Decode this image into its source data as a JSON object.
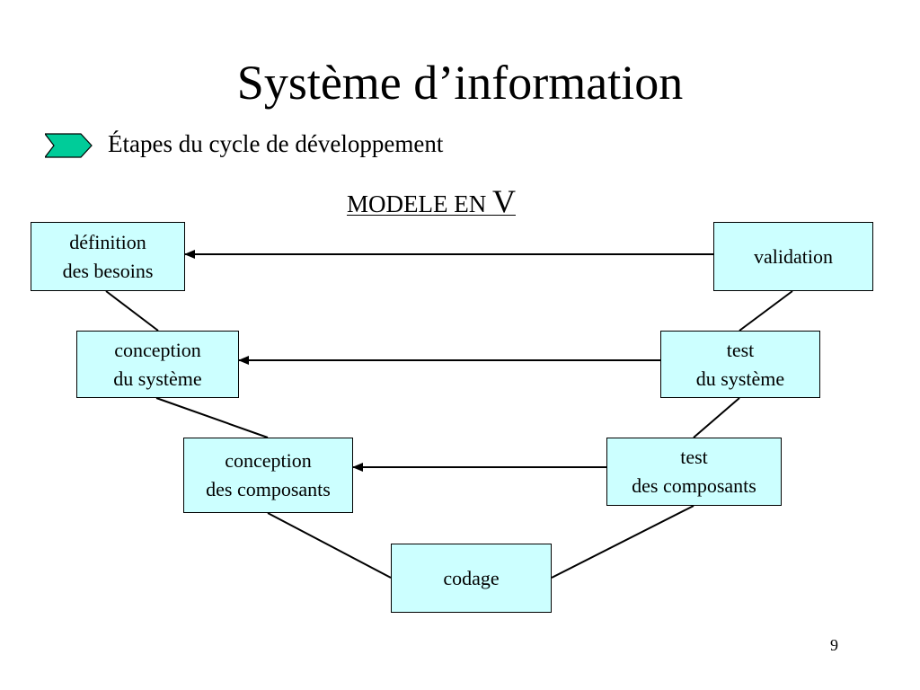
{
  "slide": {
    "title": "Système d’information",
    "bullet": "Étapes du cycle de développement",
    "model_title_small": "MODELE EN ",
    "model_title_big": "V",
    "page_number": "9"
  },
  "diagram": {
    "boxes": {
      "definition": "définition\ndes besoins",
      "conception_systeme": "conception\ndu système",
      "conception_composants": "conception\ndes composants",
      "codage": "codage",
      "test_composants": "test\ndes composants",
      "test_systeme": "test\ndu système",
      "validation": "validation"
    }
  },
  "colors": {
    "box_fill": "#ccffff",
    "bullet_fill": "#00cc99",
    "line": "#000000"
  },
  "icons": {
    "bullet": "chevron-arrow-bullet-icon"
  }
}
